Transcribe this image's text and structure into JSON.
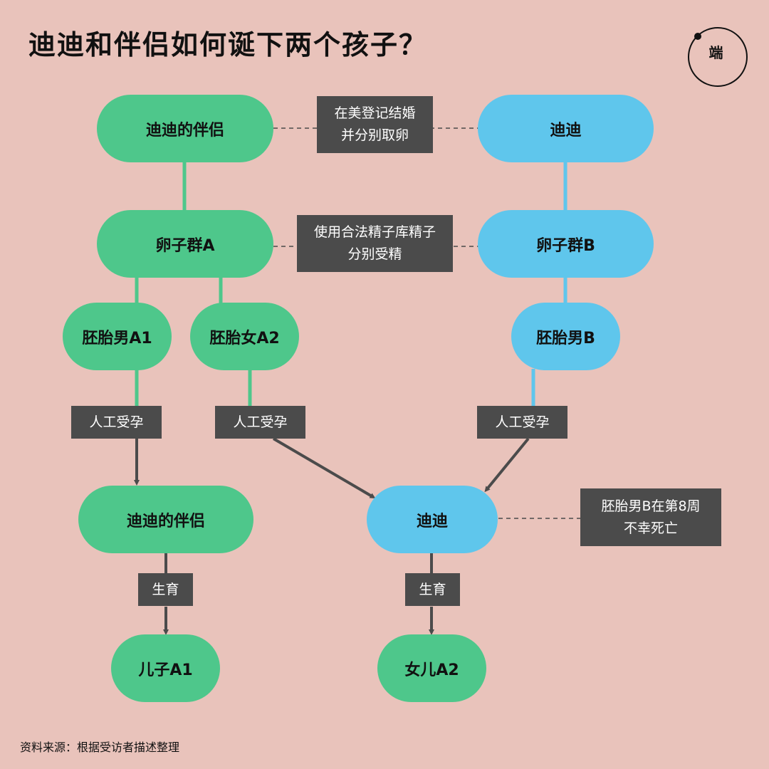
{
  "title": "迪迪和伴侣如何诞下两个孩子？",
  "logo": {
    "text": "端",
    "icon": "initium-logo-icon"
  },
  "colors": {
    "background": "#e9c3bb",
    "green": "#4ec78b",
    "blue": "#5fc6ec",
    "box": "#4b4b4b",
    "line": "#4b4b4b"
  },
  "nodes": {
    "partner_top": "迪迪的伴侣",
    "didi_top": "迪迪",
    "egg_group_a": "卵子群A",
    "egg_group_b": "卵子群B",
    "embryo_a1": "胚胎男A1",
    "embryo_a2": "胚胎女A2",
    "embryo_b": "胚胎男B",
    "partner_mid": "迪迪的伴侣",
    "didi_mid": "迪迪",
    "son": "儿子A1",
    "daughter": "女儿A2"
  },
  "notes": {
    "marriage": [
      "在美登记结婚",
      "并分别取卵"
    ],
    "fertilize": [
      "使用合法精子库精子",
      "分别受精"
    ],
    "death": [
      "胚胎男B在第8周",
      "不幸死亡"
    ]
  },
  "steps": {
    "ivf_1": "人工受孕",
    "ivf_2": "人工受孕",
    "ivf_3": "人工受孕",
    "birth_1": "生育",
    "birth_2": "生育"
  },
  "source": "资料来源：根据受访者描述整理"
}
